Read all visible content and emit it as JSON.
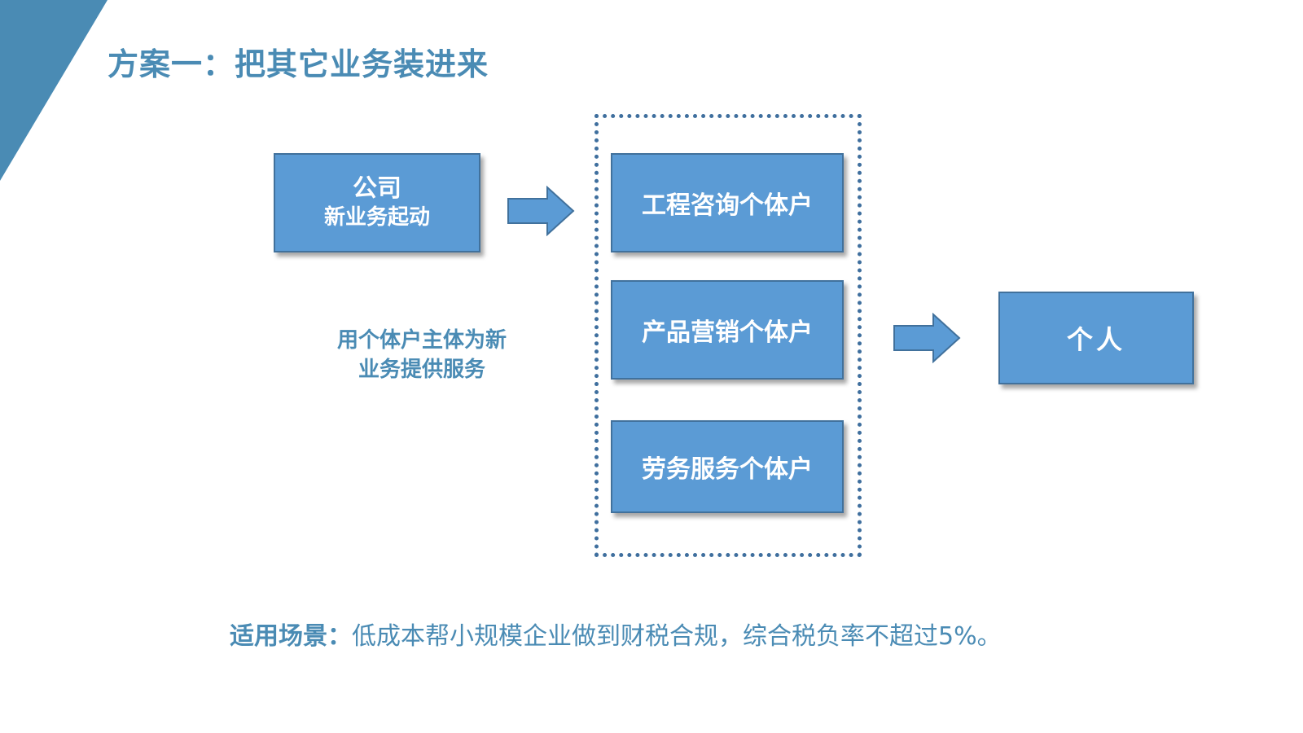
{
  "title": "方案一：把其它业务装进来",
  "colors": {
    "accent": "#4a8bb4",
    "box_fill": "#5b9bd5",
    "box_border": "#41719c",
    "dashed_border": "#3f6f9e"
  },
  "company_box": {
    "line1": "公司",
    "line2": "新业务起动"
  },
  "side_caption": {
    "line1": "用个体户主体为新",
    "line2": "业务提供服务"
  },
  "entities": [
    {
      "label": "工程咨询个体户"
    },
    {
      "label": "产品营销个体户"
    },
    {
      "label": "劳务服务个体户"
    }
  ],
  "person_box": {
    "label": "个人"
  },
  "bottom": {
    "label": "适用场景：",
    "text": "低成本帮小规模企业做到财税合规，综合税负率不超过5%。"
  },
  "icons": {
    "arrow": "right-arrow-icon",
    "corner": "diagonal-stripe"
  }
}
